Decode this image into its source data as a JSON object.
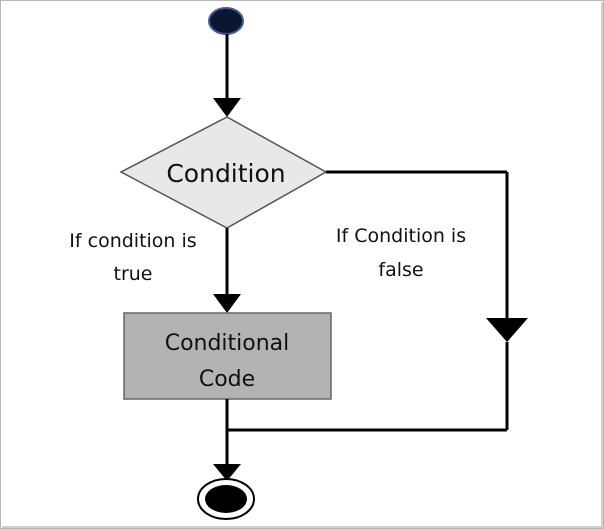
{
  "diagram": {
    "decision": {
      "label": "Condition"
    },
    "process": {
      "line1": "Conditional",
      "line2": "Code"
    },
    "edges": {
      "true_line1": "If condition is",
      "true_line2": "true",
      "false_line1": "If Condition is",
      "false_line2": "false"
    },
    "colors": {
      "line": "#000000",
      "decision_fill": "#e8e8e8",
      "process_fill": "#b3b3b3",
      "start_fill": "#0b1730"
    }
  }
}
